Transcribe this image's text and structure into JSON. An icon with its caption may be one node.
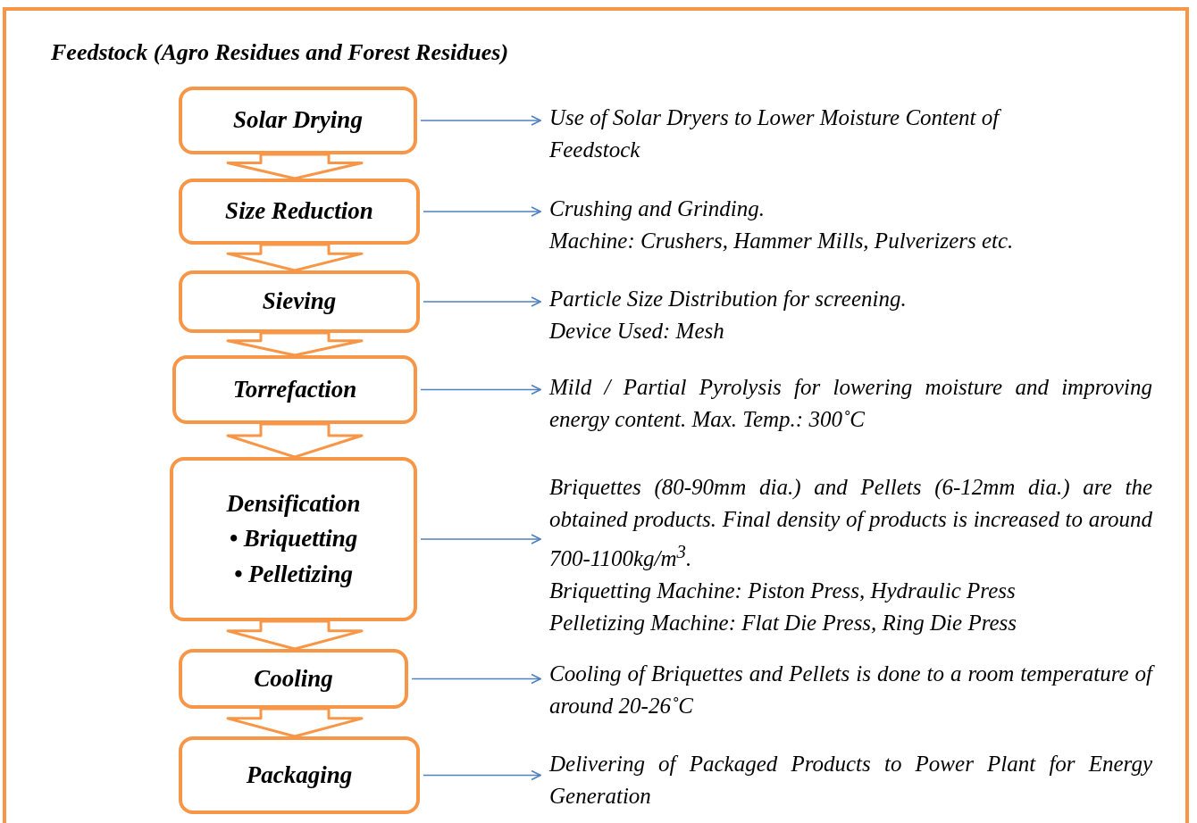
{
  "diagram": {
    "title": "Feedstock (Agro Residues and Forest Residues)",
    "nodes": [
      {
        "text": [
          "Solar Drying"
        ]
      },
      {
        "text": [
          "Size Reduction"
        ]
      },
      {
        "text": [
          "Sieving"
        ]
      },
      {
        "text": [
          "Torrefaction"
        ]
      },
      {
        "text": [
          "Densification",
          "• Briquetting",
          "• Pelletizing"
        ]
      },
      {
        "text": [
          "Cooling"
        ]
      },
      {
        "text": [
          "Packaging"
        ]
      },
      {
        "text": [
          "Use of Solar Dryers to Lower Moisture Content of Feedstock"
        ]
      },
      {
        "text": [
          "Crushing and Grinding.",
          "Machine: Crushers, Hammer Mills, Pulverizers etc."
        ]
      },
      {
        "text": [
          "Particle Size Distribution for screening.",
          "Device Used: Mesh"
        ]
      },
      {
        "text": [
          "Mild / Partial Pyrolysis for lowering moisture and improving energy content. Max. Temp.: 300˚C"
        ]
      },
      {
        "text": [
          "Briquettes (80-90mm dia.) and Pellets (6-12mm dia.) are the obtained products. Final density of products is increased to around 700-1100kg/m$^{3}$.",
          "Briquetting Machine: Piston Press, Hydraulic Press",
          "Pelletizing Machine: Flat Die Press, Ring Die Press"
        ]
      },
      {
        "text": [
          "Cooling of Briquettes and Pellets is done to a room temperature of around 20-26˚C"
        ]
      },
      {
        "text": [
          "Delivering of Packaged Products to Power Plant for Energy Generation"
        ]
      }
    ],
    "edges": [
      {
        "from": 0,
        "to": 1,
        "arrow": "to",
        "style": "thick",
        "color": "#f79646"
      },
      {
        "from": 1,
        "to": 2,
        "arrow": "to",
        "style": "thick",
        "color": "#f79646"
      },
      {
        "from": 2,
        "to": 3,
        "arrow": "to",
        "style": "thick",
        "color": "#f79646"
      },
      {
        "from": 3,
        "to": 4,
        "arrow": "to",
        "style": "thick",
        "color": "#f79646"
      },
      {
        "from": 4,
        "to": 5,
        "arrow": "to",
        "style": "thick",
        "color": "#f79646"
      },
      {
        "from": 5,
        "to": 6,
        "arrow": "to",
        "style": "thick",
        "color": "#f79646"
      },
      {
        "from": 0,
        "to": 7,
        "arrow": "to"
      },
      {
        "from": 1,
        "to": 8,
        "arrow": "to"
      },
      {
        "from": 2,
        "to": 9,
        "arrow": "to"
      },
      {
        "from": 3,
        "to": 10,
        "arrow": "to"
      },
      {
        "from": 4,
        "to": 11,
        "arrow": "to"
      },
      {
        "from": 5,
        "to": 12,
        "arrow": "to"
      },
      {
        "from": 6,
        "to": 13,
        "arrow": "to"
      }
    ]
  }
}
